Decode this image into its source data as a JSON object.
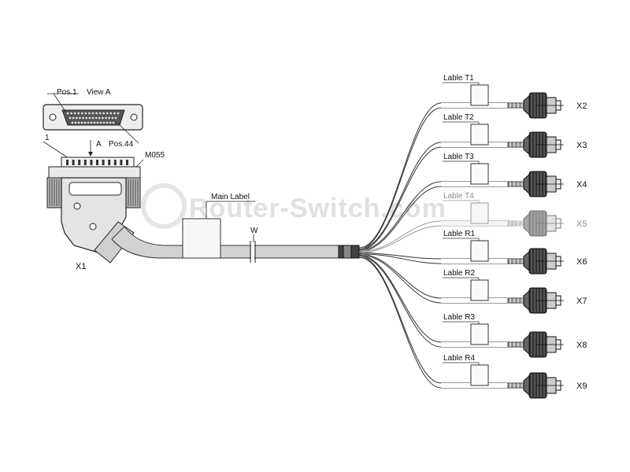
{
  "watermark": "Router-Switch.com",
  "connector_d44": {
    "pos1_label": "Pos.1",
    "view_label": "View A",
    "pos44_label": "Pos.44",
    "pin1_label": "1",
    "arrow_label": "A",
    "part_label": "M055",
    "designator": "X1"
  },
  "cable": {
    "main_label": "Main Label",
    "w_label": "W"
  },
  "branches": [
    {
      "label": "Lable T1",
      "designator": "X2",
      "faded": false
    },
    {
      "label": "Lable T2",
      "designator": "X3",
      "faded": false
    },
    {
      "label": "Lable T3",
      "designator": "X4",
      "faded": false
    },
    {
      "label": "Lable T4",
      "designator": "X5",
      "faded": true
    },
    {
      "label": "Lable R1",
      "designator": "X6",
      "faded": false
    },
    {
      "label": "Lable R2",
      "designator": "X7",
      "faded": false
    },
    {
      "label": "Lable R3",
      "designator": "X8",
      "faded": false
    },
    {
      "label": "Lable R4",
      "designator": "X9",
      "faded": false
    }
  ]
}
